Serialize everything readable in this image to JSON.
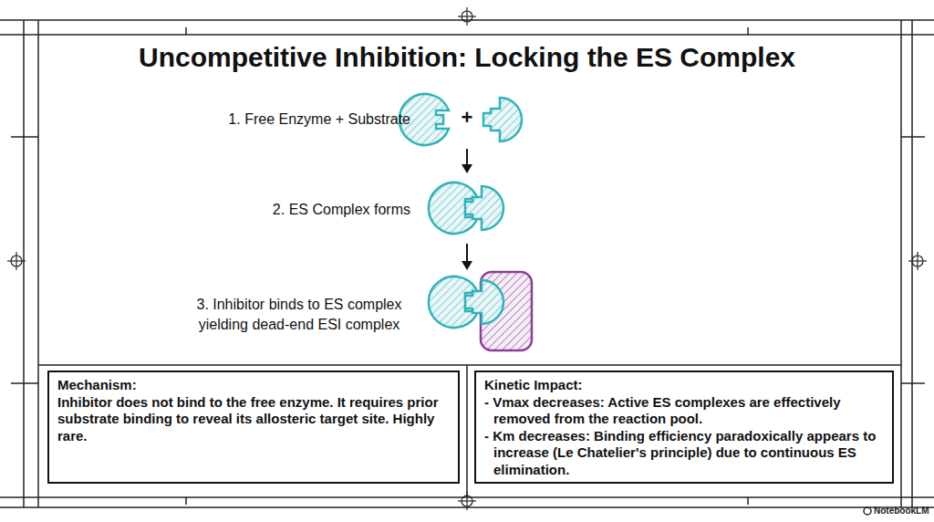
{
  "diagram": {
    "title": "Uncompetitive Inhibition: Locking the ES Complex",
    "nodes": [
      {
        "text": [
          "Mechanism:",
          "Inhibitor does not bind to the free enzyme. It requires prior substrate binding to reveal its allosteric target site. Highly rare."
        ]
      },
      {
        "text": [
          "Kinetic Impact:",
          "- Vmax decreases: Active ES complexes are effectively removed from the reaction pool.",
          "- Km decreases: Binding efficiency paradoxically appears to increase (Le Chatelier's principle) due to continuous ES elimination."
        ]
      }
    ],
    "labels": [
      "1. Free Enzyme + Substrate",
      "+",
      "2. ES Complex forms",
      "3. Inhibitor binds to ES complex yielding dead-end ESI complex",
      "NotebookLM"
    ]
  }
}
